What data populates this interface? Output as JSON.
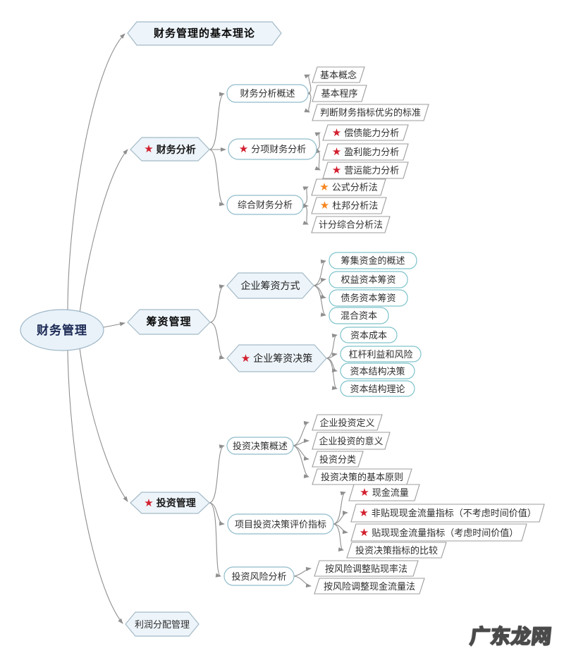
{
  "colors": {
    "star_red": "#d21f2e",
    "star_orange": "#f6861f",
    "hexagon_fill": "#edf4fa",
    "hexagon_border": "#a4bac6",
    "pill_border": "#8fbccb",
    "teal_pill_border": "#7fc3cb",
    "flag_border": "#9c9c9c",
    "edge": "#8f8f8f",
    "root_text": "#1c2a55"
  },
  "watermark": {
    "text": "广东龙网"
  },
  "tree": {
    "label": "财务管理",
    "children": [
      {
        "label": "财务管理的基本理论",
        "children": []
      },
      {
        "label": "财务分析",
        "star": "red",
        "children": [
          {
            "label": "财务分析概述",
            "children": [
              {
                "label": "基本概念"
              },
              {
                "label": "基本程序"
              },
              {
                "label": "判断财务指标优劣的标准"
              }
            ]
          },
          {
            "label": "分项财务分析",
            "star": "red",
            "children": [
              {
                "label": "偿债能力分析",
                "star": "red"
              },
              {
                "label": "盈利能力分析",
                "star": "red"
              },
              {
                "label": "营运能力分析",
                "star": "red"
              }
            ]
          },
          {
            "label": "综合财务分析",
            "children": [
              {
                "label": "公式分析法",
                "star": "orange"
              },
              {
                "label": "杜邦分析法",
                "star": "orange"
              },
              {
                "label": "计分综合分析法"
              }
            ]
          }
        ]
      },
      {
        "label": "筹资管理",
        "children": [
          {
            "label": "企业筹资方式",
            "children": [
              {
                "label": "筹集资金的概述"
              },
              {
                "label": "权益资本筹资"
              },
              {
                "label": "债务资本筹资"
              },
              {
                "label": "混合资本"
              }
            ]
          },
          {
            "label": "企业筹资决策",
            "star": "red",
            "children": [
              {
                "label": "资本成本"
              },
              {
                "label": "杠杆利益和风险"
              },
              {
                "label": "资本结构决策"
              },
              {
                "label": "资本结构理论"
              }
            ]
          }
        ]
      },
      {
        "label": "投资管理",
        "star": "red",
        "children": [
          {
            "label": "投资决策概述",
            "children": [
              {
                "label": "企业投资定义"
              },
              {
                "label": "企业投资的意义"
              },
              {
                "label": "投资分类"
              },
              {
                "label": "投资决策的基本原则"
              }
            ]
          },
          {
            "label": "项目投资决策评价指标",
            "children": [
              {
                "label": "现金流量",
                "star": "red"
              },
              {
                "label": "非贴现现金流量指标（不考虑时间价值）",
                "star": "red"
              },
              {
                "label": "贴现现金流量指标（考虑时间价值）",
                "star": "red"
              },
              {
                "label": "投资决策指标的比较"
              }
            ]
          },
          {
            "label": "投资风险分析",
            "children": [
              {
                "label": "按风险调整贴现率法"
              },
              {
                "label": "按风险调整现金流量法"
              }
            ]
          }
        ]
      },
      {
        "label": "利润分配管理",
        "children": []
      }
    ]
  }
}
